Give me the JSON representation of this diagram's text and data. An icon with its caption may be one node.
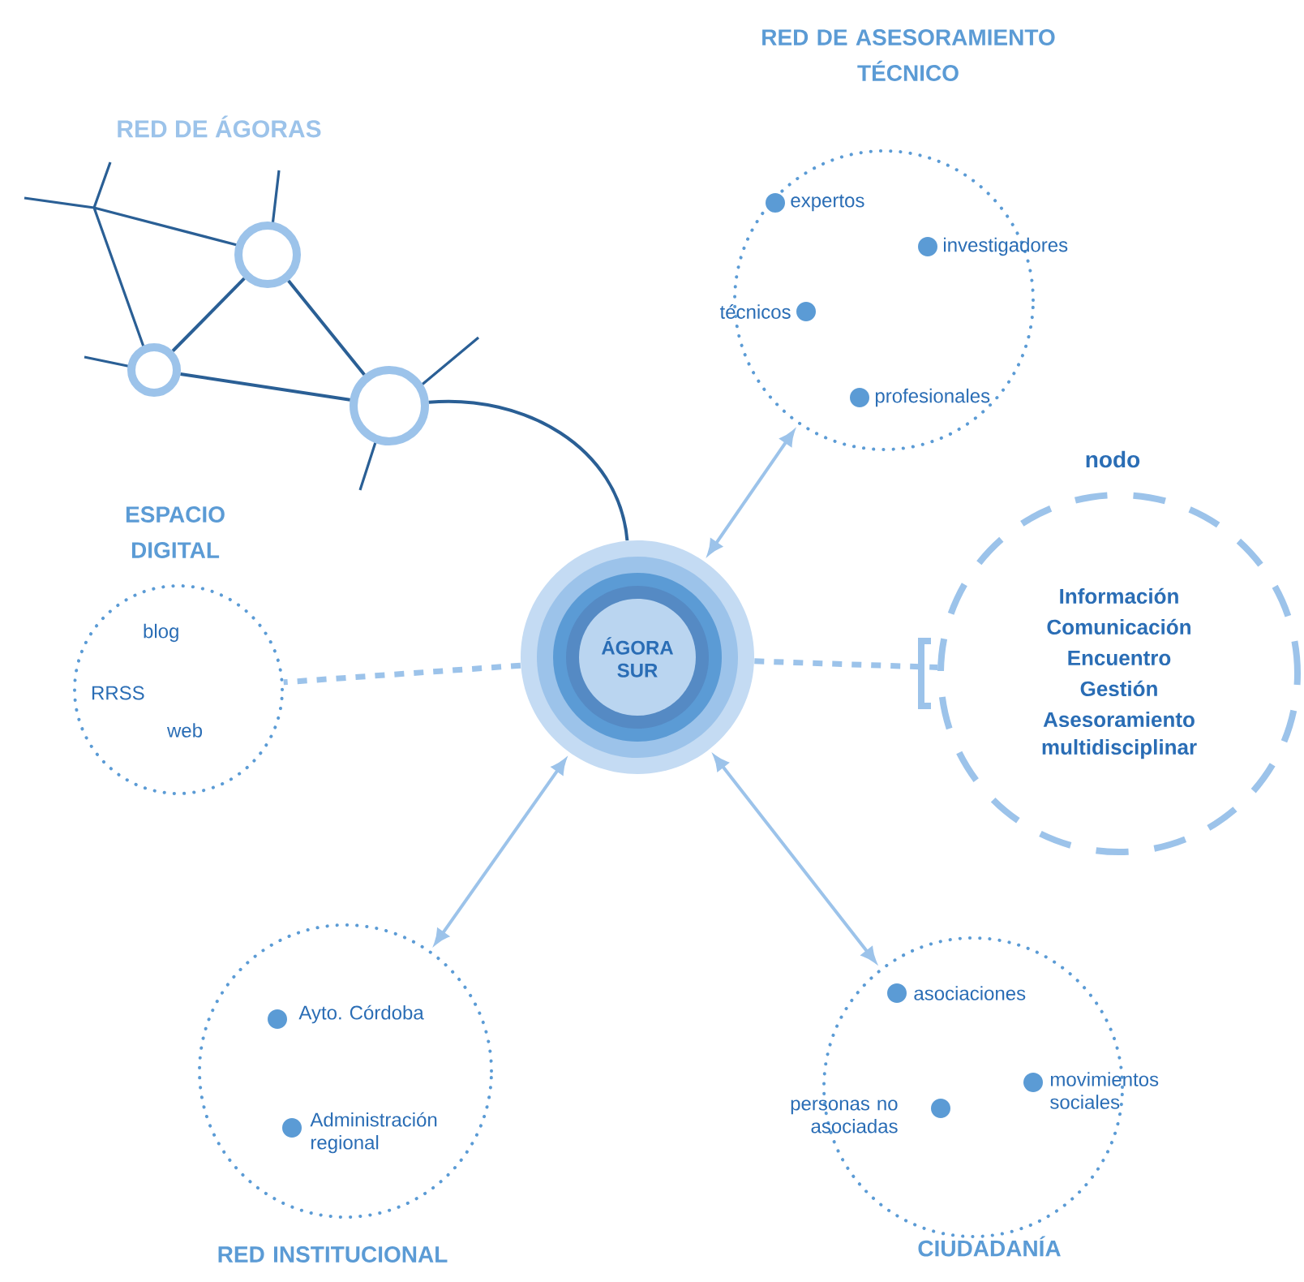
{
  "diagram": {
    "nodes": [
      {
        "text": [],
        "shape": "circle"
      },
      {
        "text": [],
        "shape": "circle"
      },
      {
        "text": [],
        "shape": "circle"
      },
      {
        "text": [
          "ÁGORA SUR"
        ]
      },
      {
        "text": [
          "RED DE ASESORAMIENTO TÉCNICO"
        ]
      },
      {
        "text": [
          "expertos"
        ],
        "in": 4
      },
      {
        "text": [
          "investigadores"
        ],
        "in": 4
      },
      {
        "text": [
          "técnicos"
        ],
        "in": 4
      },
      {
        "text": [
          "profesionales"
        ],
        "in": 4
      },
      {
        "text": [
          "ESPACIO DIGITAL"
        ]
      },
      {
        "text": [
          "blog"
        ],
        "in": 9
      },
      {
        "text": [
          "RRSS"
        ],
        "in": 9
      },
      {
        "text": [
          "web"
        ],
        "in": 9
      },
      {
        "text": [
          "nodo",
          "Información",
          "Comunicación",
          "Encuentro",
          "Gestión",
          "Asesoramiento multidisciplinar"
        ]
      },
      {
        "text": [
          "RED INSTITUCIONAL"
        ]
      },
      {
        "text": [
          "Ayto. Córdoba"
        ],
        "in": 14
      },
      {
        "text": [
          "Administración regional"
        ],
        "in": 14
      },
      {
        "text": [
          "CIUDADANÍA"
        ]
      },
      {
        "text": [
          "asociaciones"
        ],
        "in": 17
      },
      {
        "text": [
          "movimientos sociales"
        ],
        "in": 17
      },
      {
        "text": [
          "personas no asociadas"
        ],
        "in": 17
      }
    ],
    "edges": [
      {
        "from": 0,
        "to": 1,
        "arrow": "none",
        "color": "#2a5f95"
      },
      {
        "from": 0,
        "to": 2,
        "arrow": "none",
        "color": "#2a5f95"
      },
      {
        "from": 1,
        "to": 2,
        "arrow": "none",
        "color": "#2a5f95"
      },
      {
        "from": 2,
        "to": 3,
        "arrow": "none",
        "color": "#2a5f95"
      },
      {
        "from": 3,
        "to": 4,
        "arrow": "both"
      },
      {
        "from": 3,
        "to": 9,
        "arrow": "none",
        "style": "dashed"
      },
      {
        "from": 3,
        "to": 13,
        "arrow": "none",
        "style": "dashed"
      },
      {
        "from": 3,
        "to": 14,
        "arrow": "both"
      },
      {
        "from": 3,
        "to": 17,
        "arrow": "both"
      }
    ],
    "labels": [
      "RED DE ÁGORAS"
    ]
  }
}
